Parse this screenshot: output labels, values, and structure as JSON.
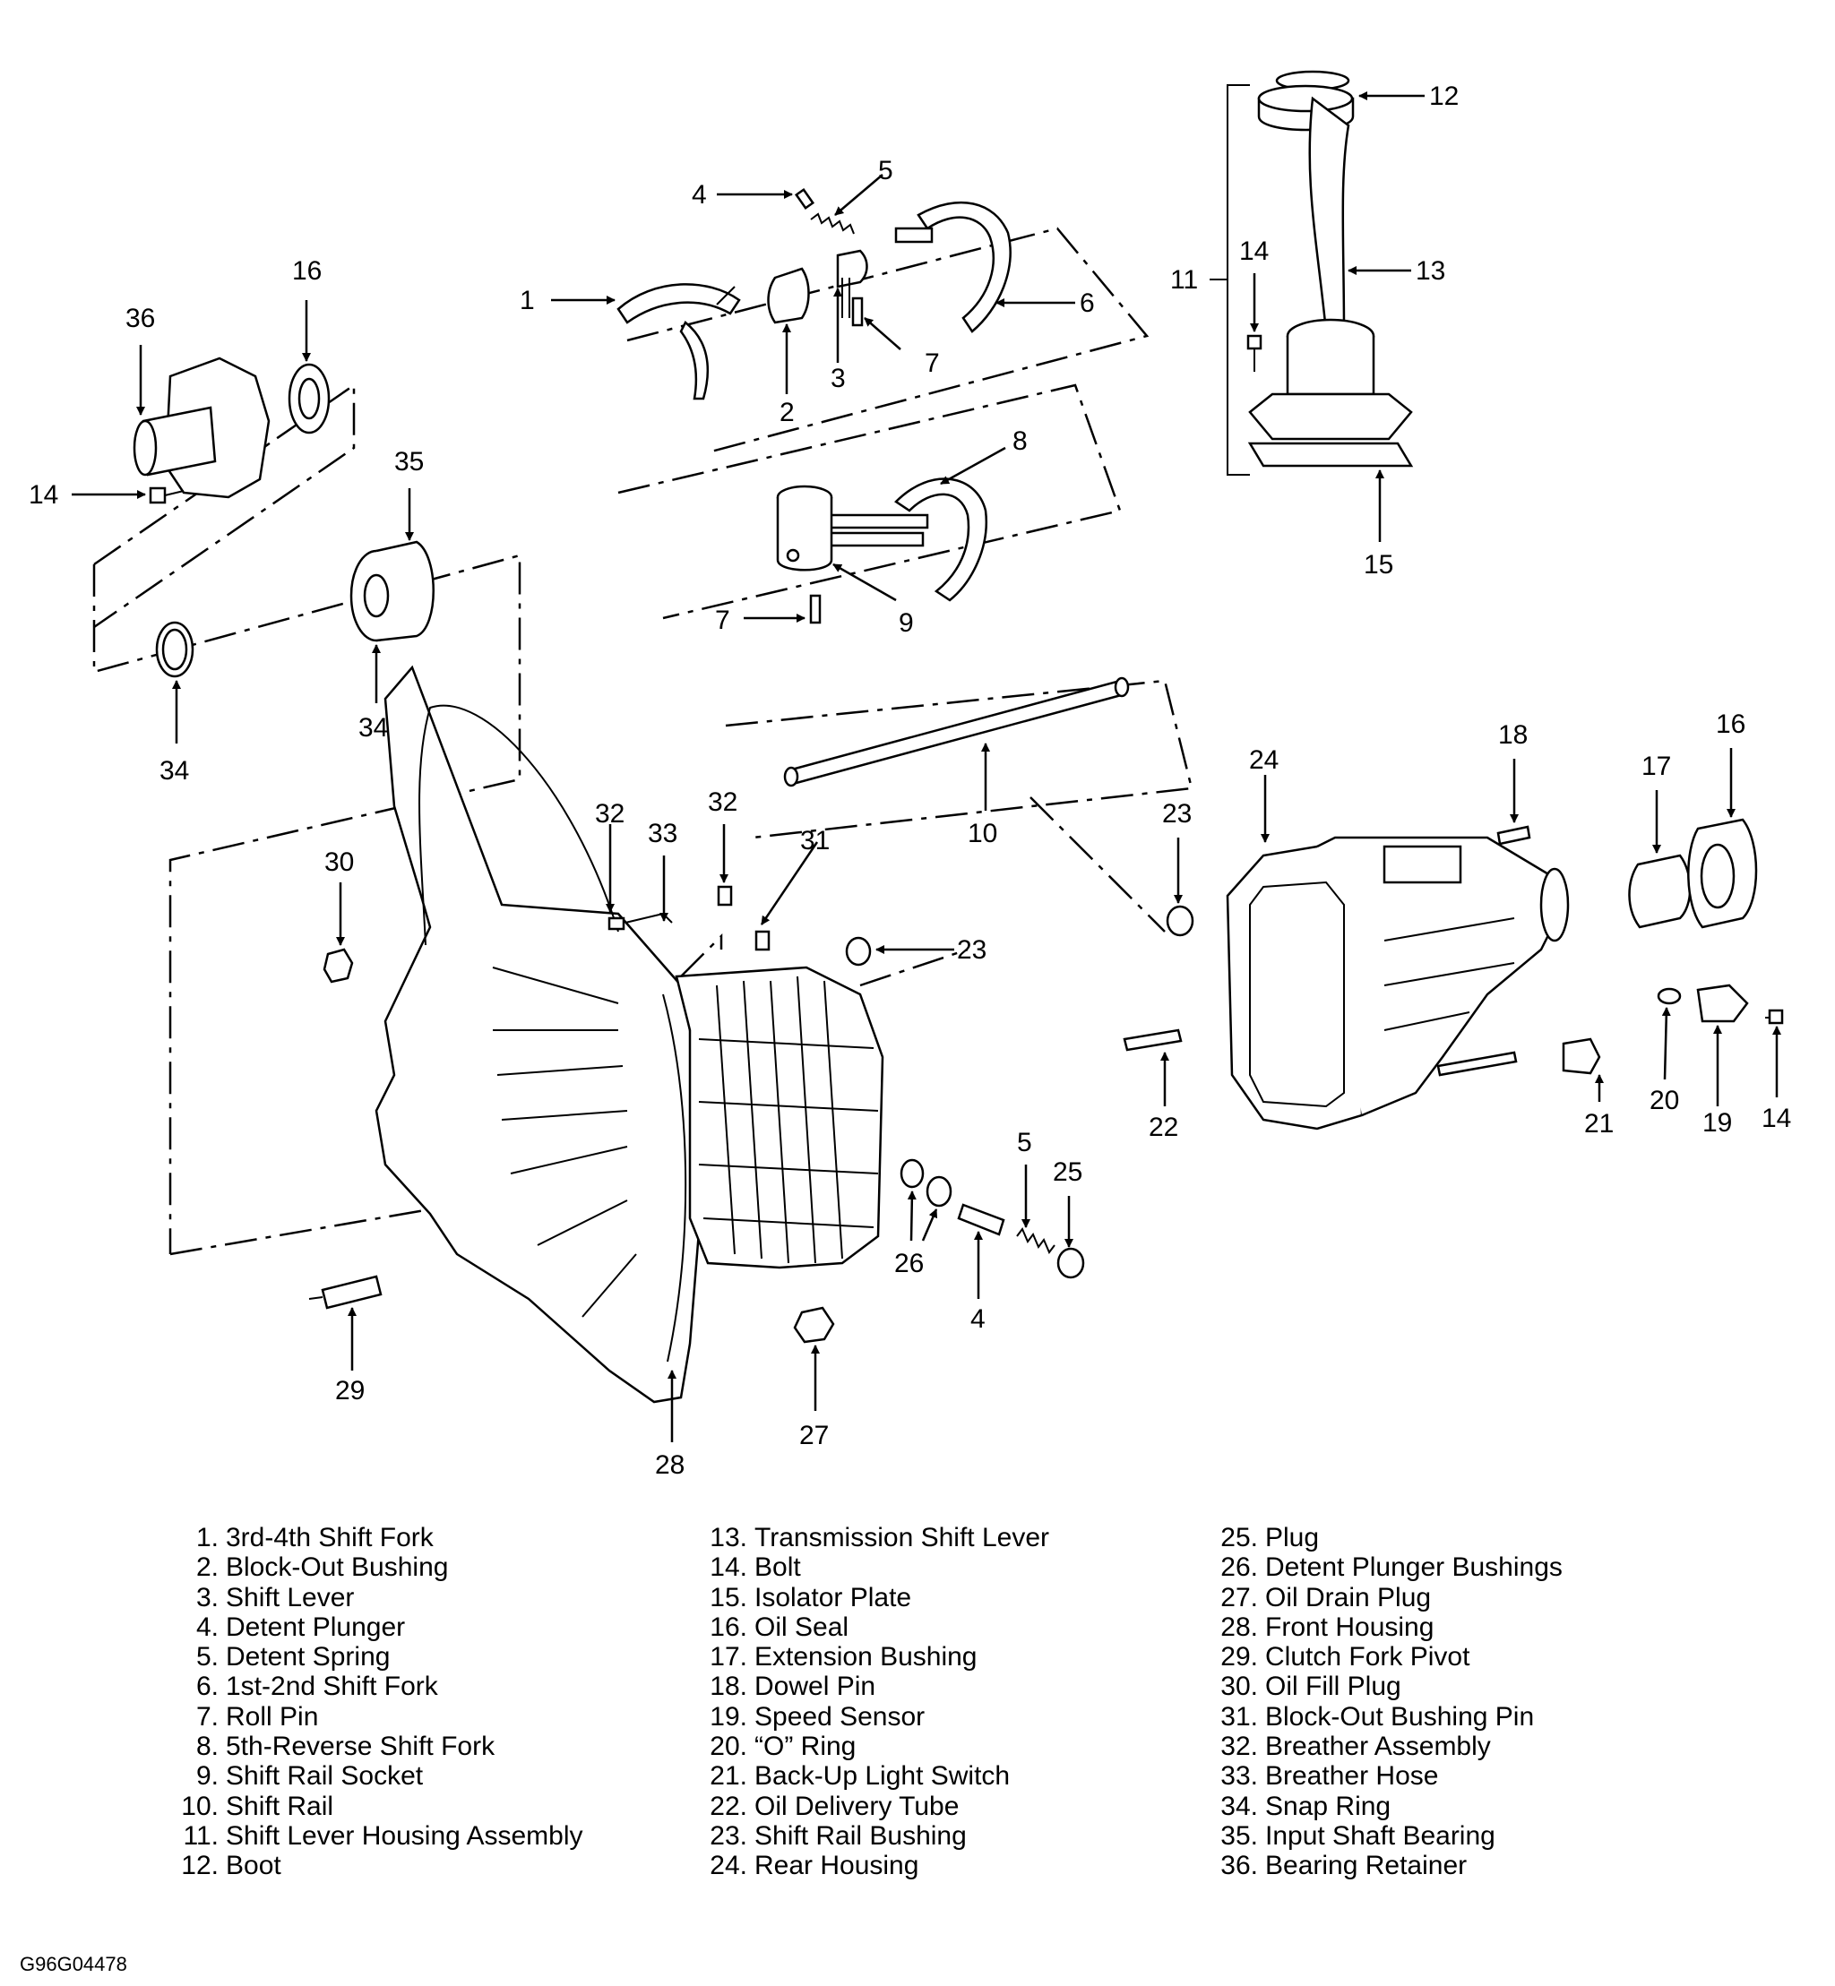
{
  "figure_id": "G96G04478",
  "callouts": [
    "1",
    "2",
    "3",
    "4",
    "5",
    "6",
    "7",
    "8",
    "9",
    "10",
    "11",
    "12",
    "13",
    "14",
    "15",
    "16",
    "17",
    "18",
    "19",
    "20",
    "21",
    "22",
    "23",
    "24",
    "25",
    "26",
    "27",
    "28",
    "29",
    "30",
    "31",
    "32",
    "33",
    "34",
    "35",
    "36"
  ],
  "legend": [
    [
      {
        "num": "1.",
        "label": "3rd-4th Shift Fork"
      },
      {
        "num": "2.",
        "label": "Block-Out Bushing"
      },
      {
        "num": "3.",
        "label": "Shift Lever"
      },
      {
        "num": "4.",
        "label": "Detent Plunger"
      },
      {
        "num": "5.",
        "label": "Detent Spring"
      },
      {
        "num": "6.",
        "label": "1st-2nd Shift Fork"
      },
      {
        "num": "7.",
        "label": "Roll Pin"
      },
      {
        "num": "8.",
        "label": "5th-Reverse Shift Fork"
      },
      {
        "num": "9.",
        "label": "Shift Rail Socket"
      },
      {
        "num": "10.",
        "label": "Shift Rail"
      },
      {
        "num": "11.",
        "label": "Shift Lever Housing Assembly"
      },
      {
        "num": "12.",
        "label": "Boot"
      }
    ],
    [
      {
        "num": "13.",
        "label": "Transmission Shift Lever"
      },
      {
        "num": "14.",
        "label": "Bolt"
      },
      {
        "num": "15.",
        "label": "Isolator Plate"
      },
      {
        "num": "16.",
        "label": "Oil Seal"
      },
      {
        "num": "17.",
        "label": "Extension Bushing"
      },
      {
        "num": "18.",
        "label": "Dowel Pin"
      },
      {
        "num": "19.",
        "label": "Speed Sensor"
      },
      {
        "num": "20.",
        "label": "“O” Ring"
      },
      {
        "num": "21.",
        "label": "Back-Up Light Switch"
      },
      {
        "num": "22.",
        "label": "Oil Delivery Tube"
      },
      {
        "num": "23.",
        "label": "Shift Rail Bushing"
      },
      {
        "num": "24.",
        "label": "Rear Housing"
      }
    ],
    [
      {
        "num": "25.",
        "label": "Plug"
      },
      {
        "num": "26.",
        "label": "Detent Plunger Bushings"
      },
      {
        "num": "27.",
        "label": "Oil Drain Plug"
      },
      {
        "num": "28.",
        "label": "Front Housing"
      },
      {
        "num": "29.",
        "label": "Clutch Fork Pivot"
      },
      {
        "num": "30.",
        "label": "Oil Fill Plug"
      },
      {
        "num": "31.",
        "label": "Block-Out Bushing Pin"
      },
      {
        "num": "32.",
        "label": "Breather Assembly"
      },
      {
        "num": "33.",
        "label": "Breather Hose"
      },
      {
        "num": "34.",
        "label": "Snap Ring"
      },
      {
        "num": "35.",
        "label": "Input Shaft Bearing"
      },
      {
        "num": "36.",
        "label": "Bearing Retainer"
      }
    ]
  ]
}
